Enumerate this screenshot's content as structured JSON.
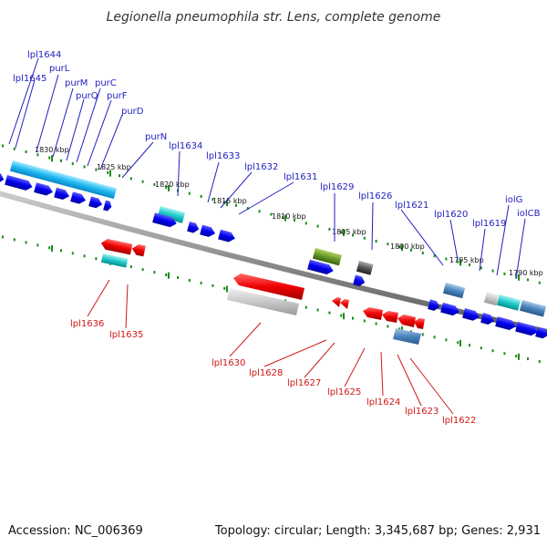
{
  "title": "Legionella pneumophila str. Lens, complete genome",
  "footer": {
    "accession": "Accession: NC_006369",
    "summary": "Topology: circular; Length: 3,345,687 bp; Genes: 2,931"
  },
  "colors": {
    "forward_label": "#1f1fbf",
    "reverse_label": "#d01818",
    "forward_cds": "#0000ee",
    "reverse_cds": "#ee0000",
    "tick_green": "#1a8c1a"
  },
  "kbp_labels": [
    "1830 kbp",
    "1825 kbp",
    "1820 kbp",
    "1815 kbp",
    "1810 kbp",
    "1805 kbp",
    "1800 kbp",
    "1795 kbp",
    "1790 kbp"
  ],
  "forward_gene_labels": [
    "lpl1644",
    "lpl1645",
    "purL",
    "purM",
    "purQ",
    "purC",
    "purF",
    "purD",
    "purN",
    "lpl1634",
    "lpl1633",
    "lpl1632",
    "lpl1631",
    "lpl1629",
    "lpl1626",
    "lpl1621",
    "lpl1620",
    "lpl1619",
    "iolG",
    "iolCB"
  ],
  "reverse_gene_labels": [
    "lpl1636",
    "lpl1635",
    "lpl1630",
    "lpl1628",
    "lpl1627",
    "lpl1625",
    "lpl1624",
    "lpl1623",
    "lpl1622"
  ]
}
